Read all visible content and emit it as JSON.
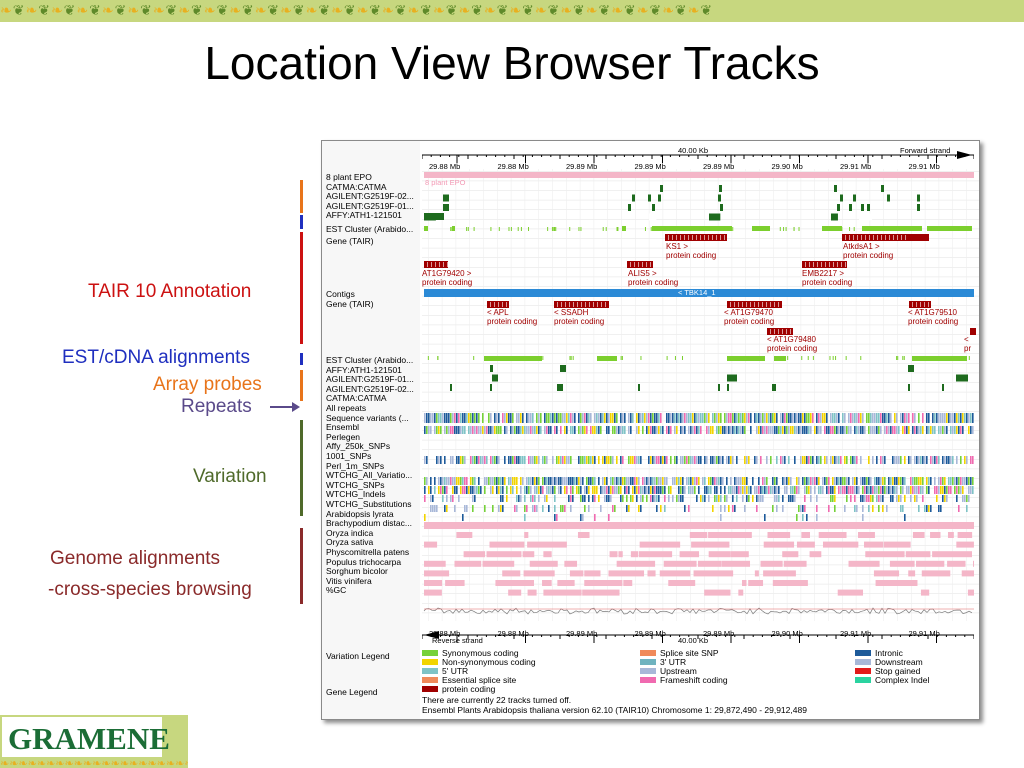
{
  "slide": {
    "title": "Location View Browser Tracks",
    "logo": "GRAMENE"
  },
  "annotations": [
    {
      "id": "tair",
      "text": "TAIR 10 Annotation",
      "color": "#cc1111"
    },
    {
      "id": "est",
      "text": "EST/cDNA alignments",
      "color": "#1f2fbf"
    },
    {
      "id": "array",
      "text": "Array probes",
      "color": "#e8741a"
    },
    {
      "id": "repeats",
      "text": "Repeats",
      "color": "#5a4a8a"
    },
    {
      "id": "variation",
      "text": "Variation",
      "color": "#4f6a2a"
    },
    {
      "id": "genome1",
      "text": "Genome alignments",
      "color": "#8a2a2a"
    },
    {
      "id": "genome2",
      "text": "-cross-species browsing",
      "color": "#8a2a2a"
    }
  ],
  "browser": {
    "scale_top": "40.00 Kb",
    "forward_strand": "Forward strand",
    "reverse_strand": "Reverse strand",
    "scale_bottom": "40.00 Kb",
    "ticks": [
      "29.88 Mb",
      "29.88 Mb",
      "29.89 Mb",
      "29.89 Mb",
      "29.89 Mb",
      "29.90 Mb",
      "29.91 Mb",
      "29.91 Mb"
    ],
    "epo_overlay": "8 plant EPO",
    "contig_label": "< TBK14_1",
    "tracks_top": [
      "8 plant EPO",
      "CATMA:CATMA",
      "AGILENT:G2519F-02...",
      "AGILENT:G2519F-01...",
      "AFFY:ATH1-121501",
      "EST Cluster (Arabido...",
      "Gene (TAIR)"
    ],
    "tracks_mid": [
      "Contigs",
      "Gene (TAIR)"
    ],
    "tracks_rev": [
      "EST Cluster (Arabido...",
      "AFFY:ATH1-121501",
      "AGILENT:G2519F-01...",
      "AGILENT:G2519F-02...",
      "CATMA:CATMA",
      "All repeats",
      "Sequence variants (...",
      "Ensembl",
      "Perlegen",
      "Affy_250k_SNPs",
      "1001_SNPs",
      "Perl_1m_SNPs",
      "WTCHG_All_Variatio...",
      "WTCHG_SNPs",
      "WTCHG_Indels",
      "WTCHG_Substitutions",
      "Arabidopsis lyrata",
      "Brachypodium distac...",
      "Oryza indica",
      "Oryza sativa",
      "Physcomitrella patens",
      "Populus trichocarpa",
      "Sorghum bicolor",
      "Vitis vinifera",
      "%GC"
    ],
    "genes_fwd": [
      {
        "name": "KS1 >",
        "type": "protein coding"
      },
      {
        "name": "AtkdsA1 >",
        "type": "protein coding"
      },
      {
        "name": "AT1G79420 >",
        "type": "protein coding"
      },
      {
        "name": "ALIS5 >",
        "type": "protein coding"
      },
      {
        "name": "EMB2217 >",
        "type": "protein coding"
      }
    ],
    "genes_rev": [
      {
        "name": "< APL",
        "type": "protein coding"
      },
      {
        "name": "< SSADH",
        "type": "protein coding"
      },
      {
        "name": "< AT1G79470",
        "type": "protein coding"
      },
      {
        "name": "< AT1G79510",
        "type": "protein coding"
      },
      {
        "name": "< AT1G79480",
        "type": "protein coding"
      },
      {
        "name": "<",
        "type": "pr"
      }
    ],
    "variation_legend_title": "Variation Legend",
    "variation_legend": [
      {
        "label": "Synonymous coding",
        "color": "#76d13a"
      },
      {
        "label": "Non-synonymous coding",
        "color": "#f2d400"
      },
      {
        "label": "5' UTR",
        "color": "#7fc3c6"
      },
      {
        "label": "Essential splice site",
        "color": "#f08a5a"
      },
      {
        "label": "Splice site SNP",
        "color": "#f08a5a"
      },
      {
        "label": "3' UTR",
        "color": "#6fb3bf"
      },
      {
        "label": "Upstream",
        "color": "#a8b8d8"
      },
      {
        "label": "Frameshift coding",
        "color": "#f06ab0"
      },
      {
        "label": "Intronic",
        "color": "#1d5a9a"
      },
      {
        "label": "Downstream",
        "color": "#a8b8d8"
      },
      {
        "label": "Stop gained",
        "color": "#e21a1a"
      },
      {
        "label": "Complex Indel",
        "color": "#2ad3a0"
      }
    ],
    "gene_legend_title": "Gene Legend",
    "gene_legend_item": "protein coding",
    "footer1": "There are currently 22 tracks turned off.",
    "footer2": "Ensembl Plants Arabidopsis thaliana version 62.10 (TAIR10) Chromosome 1: 29,872,490 - 29,912,489"
  },
  "colors": {
    "gene": "#a00000",
    "probe": "#1e6b1e",
    "est": "#7ccf2e",
    "contig": "#2b8ad6",
    "epo": "#f4b6c8",
    "align": "#f4b6c8",
    "banner": "#c7d77f"
  }
}
